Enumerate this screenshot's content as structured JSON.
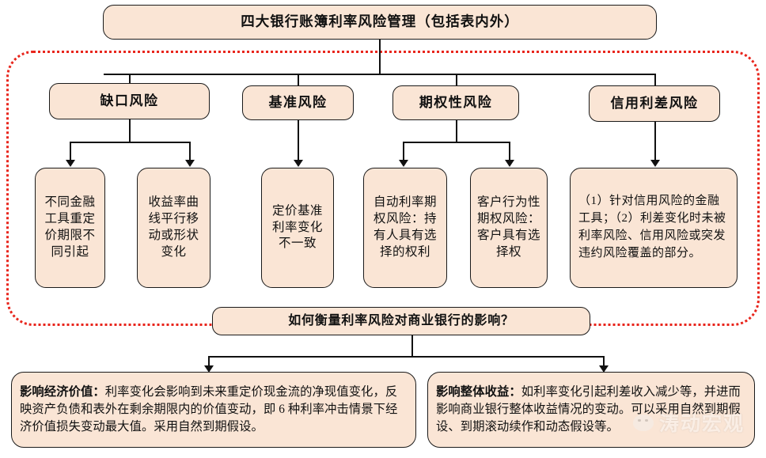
{
  "diagram": {
    "title_box": {
      "label": "四大银行账簿利率风险管理（包括表内外）"
    },
    "categories": [
      {
        "label": "缺口风险"
      },
      {
        "label": "基准风险"
      },
      {
        "label": "期权性风险"
      },
      {
        "label": "信用利差风险"
      }
    ],
    "leaves": [
      {
        "label": "不同金融工具重定价期限不同引起"
      },
      {
        "label": "收益率曲线平行移动或形状变化"
      },
      {
        "label": "定价基准利率变化不一致"
      },
      {
        "label": "自动利率期权风险：持有人具有选择的权利"
      },
      {
        "label": "客户行为性期权风险：客户具有选择权"
      },
      {
        "label": "（1）针对信用风险的金融工具；（2）利差变化时未被利率风险、信用风险或突发违约风险覆盖的部分。"
      }
    ],
    "question_box": {
      "label": "如何衡量利率风险对商业银行的影响？"
    },
    "outcomes": [
      {
        "heading": "影响经济价值：",
        "body": "利率变化会影响到未来重定价现金流的净现值变化，反映资产负债和表外在剩余期限内的价值变动，即 6 种利率冲击情景下经济价值损失变动最大值。采用自然到期假设。"
      },
      {
        "heading": "影响整体收益：",
        "body": "如利率变化引起利差收入减少等，并进而影响商业银行整体收益情况的变动。可以采用自然到期假设、到期滚动续作和动态假设等。"
      }
    ],
    "watermark": {
      "text": "涛动宏观"
    },
    "colors": {
      "box_fill": "#FAE5D5",
      "box_border": "#1a1a1a",
      "group_frame": "#E8251C",
      "connector": "#111111"
    }
  }
}
